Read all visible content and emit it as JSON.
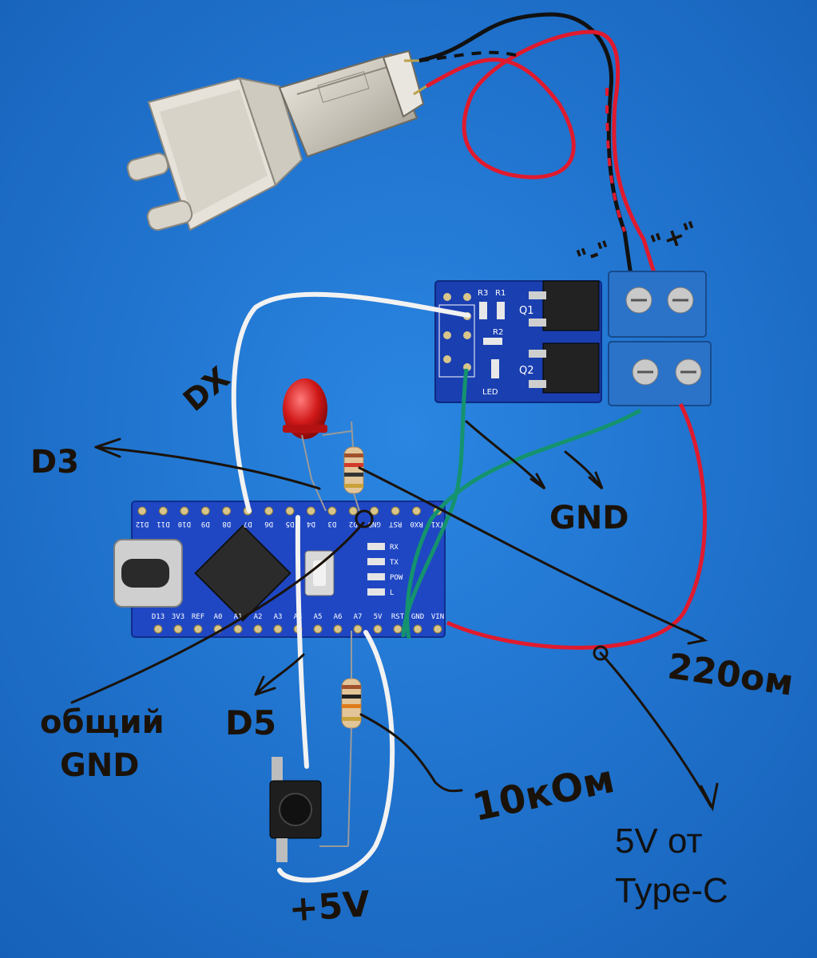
{
  "annotations": {
    "motor_minus": "\"-\"",
    "motor_plus": "\"+\"",
    "dx": "DX",
    "d3": "D3",
    "gnd": "GND",
    "resistor_220": "220ом",
    "common_gnd_line1": "общий",
    "common_gnd_line2": "GND",
    "d5": "D5",
    "resistor_10k": "10кОм",
    "plus5v": "+5V",
    "usb_line1": "5V от",
    "usb_line2": "Type-C"
  },
  "mosfet_board": {
    "q1": "Q1",
    "q2": "Q2",
    "r1": "R1",
    "r2": "R2",
    "r3": "R3",
    "led": "LED"
  },
  "arduino": {
    "top_pins": [
      "TX1",
      "RX0",
      "RST",
      "GND",
      "D2",
      "D3",
      "D4",
      "D5",
      "D6",
      "D7",
      "D8",
      "D9",
      "D10",
      "D11",
      "D12"
    ],
    "bottom_pins": [
      "D13",
      "3V3",
      "REF",
      "A0",
      "A1",
      "A2",
      "A3",
      "A4",
      "A5",
      "A6",
      "A7",
      "5V",
      "RST",
      "GND",
      "VIN"
    ],
    "leds": [
      "RX",
      "TX",
      "POW",
      "L"
    ]
  }
}
